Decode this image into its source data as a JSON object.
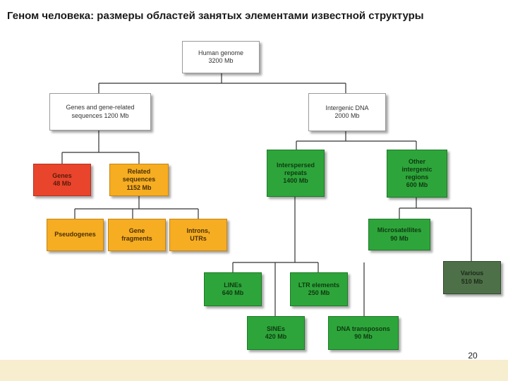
{
  "slide": {
    "title": "Геном человека: размеры областей занятых элементами известной структуры",
    "page_number": "20"
  },
  "diagram": {
    "human_genome": "Human genome\n3200 Mb",
    "genes_related": "Genes and gene-related\nsequences 1200 Mb",
    "intergenic": "Intergenic DNA\n2000 Mb",
    "genes": "Genes\n48 Mb",
    "related_sequences": "Related\nsequences\n1152 Mb",
    "interspersed": "Interspersed\nrepeats\n1400 Mb",
    "other_intergenic": "Other\nintergenic\nregions\n600 Mb",
    "pseudogenes": "Pseudogenes",
    "gene_fragments": "Gene\nfragments",
    "introns": "Introns,\nUTRs",
    "microsatellites": "Microsatellites\n90 Mb",
    "various": "Various\n510 Mb",
    "lines": "LINEs\n640 Mb",
    "ltr": "LTR elements\n250 Mb",
    "sines": "SINEs\n420 Mb",
    "dna_transposons": "DNA transposons\n90 Mb"
  }
}
